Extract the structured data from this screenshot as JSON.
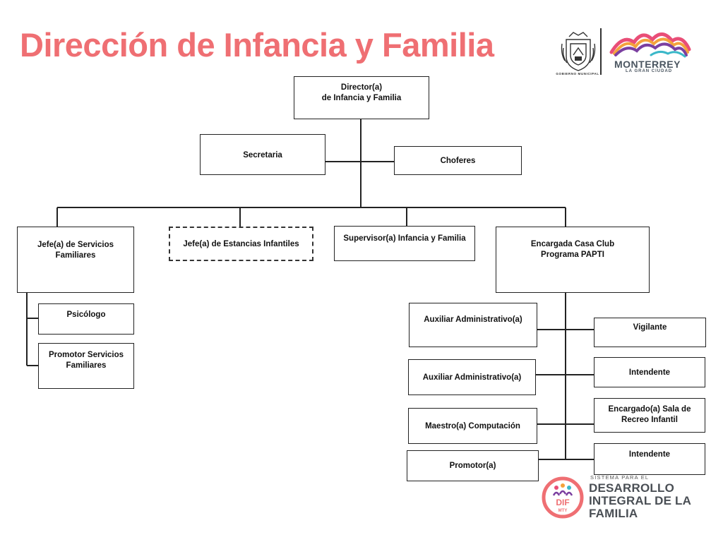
{
  "title": "Dirección de Infancia y Familia",
  "org": {
    "director": "Director(a)\nde Infancia y Familia",
    "secretaria": "Secretaria",
    "choferes": "Choferes",
    "jefe_servicios": "Jefe(a) de Servicios\nFamiliares",
    "jefe_estancias": "Jefe(a) de Estancias Infantiles",
    "supervisor": "Supervisor(a) Infancia y Familia",
    "encargada_casa_club": "Encargada Casa Club\nPrograma PAPTI",
    "psicologo": "Psicólogo",
    "promotor_servicios": "Promotor Servicios\nFamiliares",
    "aux_admin_1": "Auxiliar Administrativo(a)",
    "aux_admin_2": "Auxiliar Administrativo(a)",
    "maestro_computacion": "Maestro(a)  Computación",
    "promotor": "Promotor(a)",
    "vigilante": "Vigilante",
    "intendente_1": "Intendente",
    "encargado_sala": "Encargado(a) Sala de\nRecreo Infantil",
    "intendente_2": "Intendente"
  },
  "logos": {
    "municipio_caption": "GOBIERNO MUNICIPAL",
    "city_name": "MONTERREY",
    "city_tagline": "LA GRAN CIUDAD",
    "dif_badge": "DIF",
    "dif_badge_sub": "MTY",
    "dif_sistema": "SISTEMA PARA EL",
    "dif_line1": "DESARROLLO",
    "dif_line2": "INTEGRAL DE LA",
    "dif_line3": "FAMILIA"
  },
  "colors": {
    "title": "#ef6f73",
    "line": "#222222",
    "dif_pink": "#ef6f73"
  }
}
